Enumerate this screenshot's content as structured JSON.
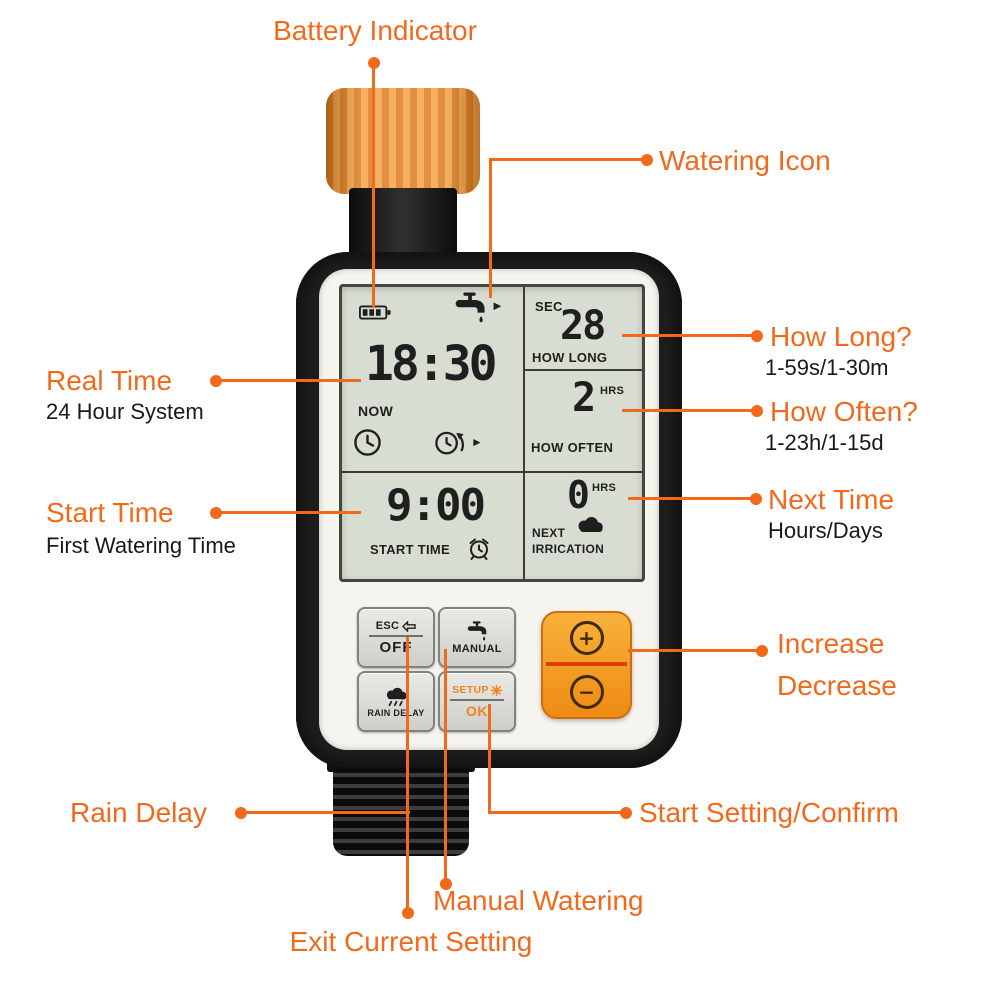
{
  "annotations": {
    "battery": {
      "label": "Battery Indicator"
    },
    "watering": {
      "label": "Watering Icon"
    },
    "how_long": {
      "label": "How Long?",
      "sub": "1-59s/1-30m"
    },
    "how_often": {
      "label": "How Often?",
      "sub": "1-23h/1-15d"
    },
    "next_time": {
      "label": "Next Time",
      "sub": "Hours/Days"
    },
    "real_time": {
      "label": "Real Time",
      "sub": "24 Hour System"
    },
    "start_time": {
      "label": "Start Time",
      "sub": "First Watering Time"
    },
    "increase_decrease": {
      "label_1": "Increase",
      "label_2": "Decrease"
    },
    "rain_delay": {
      "label": "Rain Delay"
    },
    "start_setting": {
      "label": "Start Setting/Confirm"
    },
    "manual_watering": {
      "label": "Manual Watering"
    },
    "exit_setting": {
      "label": "Exit Current Setting"
    }
  },
  "lcd": {
    "sec_unit": "SEC",
    "how_long_value": "28",
    "how_long_label": "HOW LONG",
    "current_time": "18:30",
    "now_label": "NOW",
    "how_often_value": "2",
    "how_often_unit": "HRS",
    "how_often_label": "HOW OFTEN",
    "start_time_value": "9:00",
    "start_time_label": "START TIME",
    "next_value": "0",
    "next_unit": "HRS",
    "next_label_line1": "NEXT",
    "next_label_line2": "IRRICATION"
  },
  "buttons": {
    "esc_label": "ESC",
    "off_label": "OFF",
    "manual_label": "MANUAL",
    "rain_delay_label": "RAIN DELAY",
    "setup_label": "SETUP",
    "ok_label": "OK"
  },
  "icons": {
    "faucet_arrow_glyph": "►",
    "cycle_arrow_glyph": "►",
    "plus_glyph": "+",
    "minus_glyph": "−"
  },
  "colors": {
    "accent_orange": "#F2691C",
    "cap_orange": "#ED8E2F",
    "body_black": "#1E1E1E",
    "faceplate_white": "#F6F4EF",
    "lcd_background": "#D8DDD2",
    "rocker_orange": "#F29C1F",
    "rocker_divider_red": "#E03F00"
  }
}
